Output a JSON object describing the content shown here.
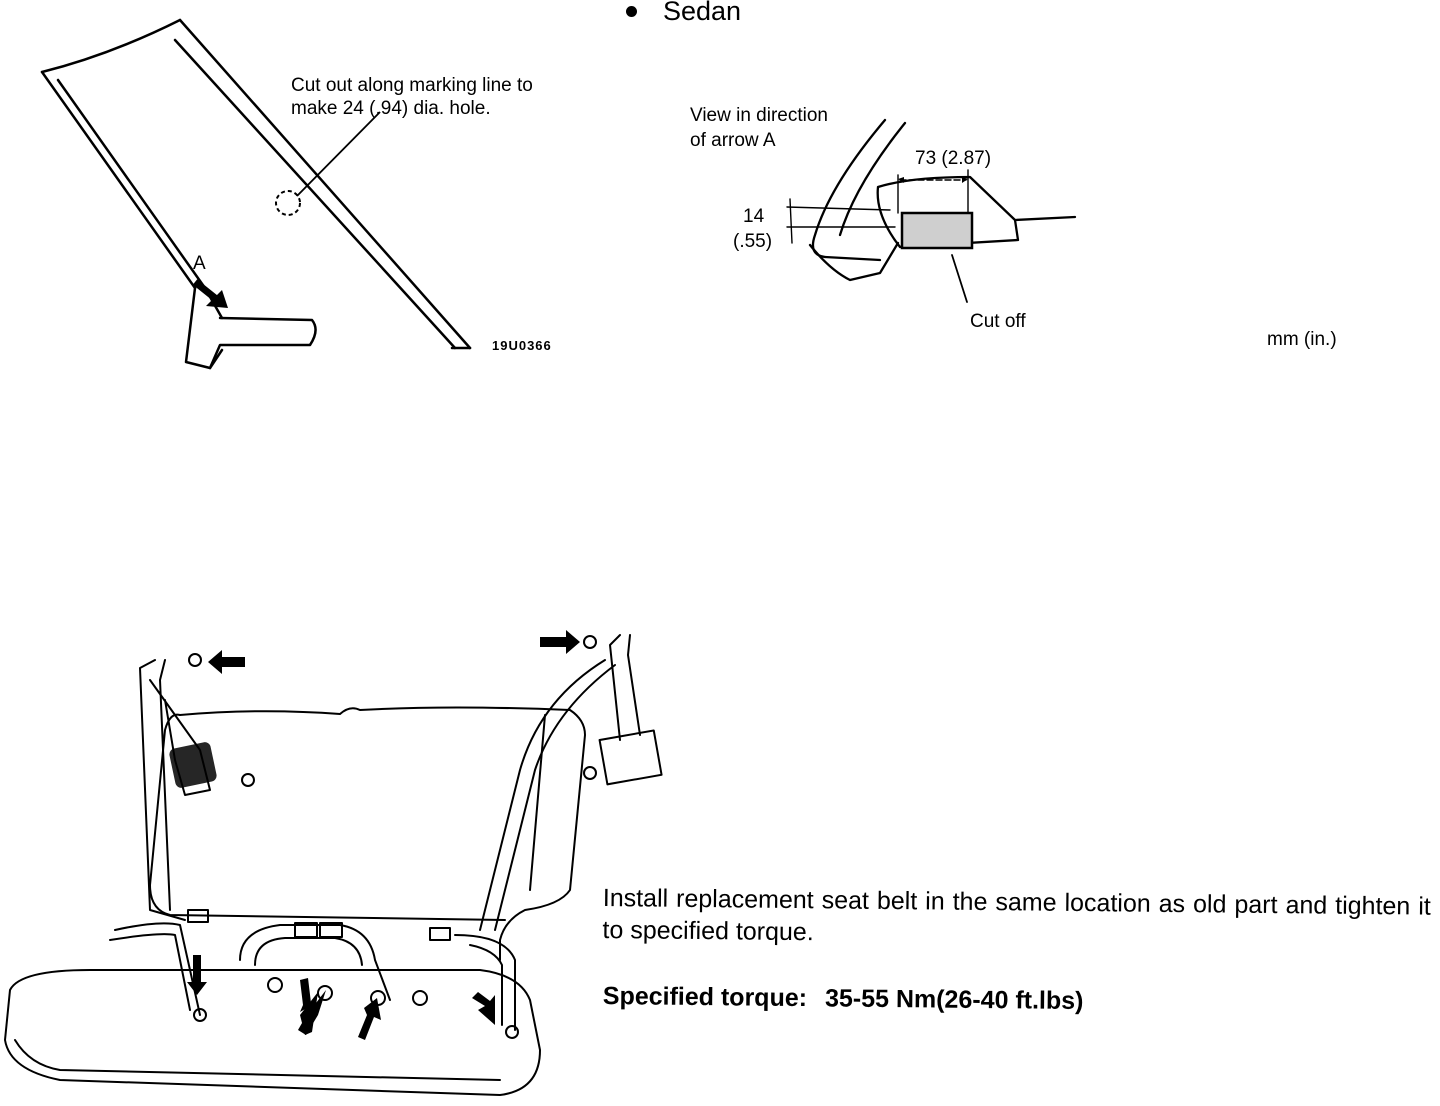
{
  "heading": {
    "bullet": "●",
    "label": "Sedan"
  },
  "figure1": {
    "callout": "Cut out along marking line to make 24 (.94) dia. hole.",
    "callout_line1": "Cut out along marking line to",
    "callout_line2": "make 24 (.94) dia. hole.",
    "arrow_label": "A",
    "figure_code": "19U0366"
  },
  "figure2": {
    "view_line1": "View in direction",
    "view_line2": "of arrow A",
    "dim_width": "73 (2.87)",
    "dim_height_line1": "14",
    "dim_height_line2": "(.55)",
    "cut_label": "Cut off",
    "units": "mm (in.)"
  },
  "instructions": {
    "text": "Install replacement seat belt in the same location as old part and tighten it to specified torque.",
    "torque_label": "Specified torque:",
    "torque_value": "35-55 Nm(26-40 ft.lbs)"
  },
  "icons": [
    "arrow-a-icon",
    "cut-hole-marker-icon",
    "bolt-arrow-icon"
  ]
}
